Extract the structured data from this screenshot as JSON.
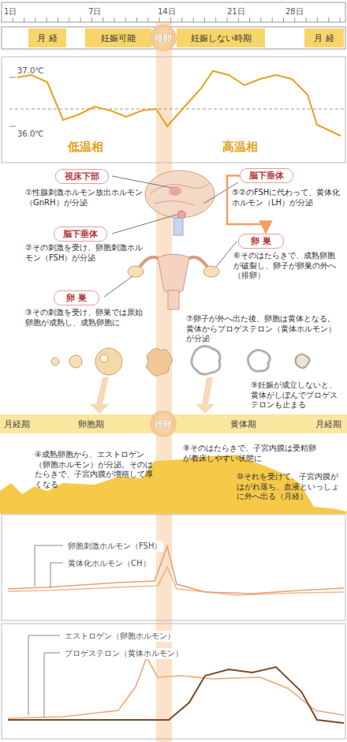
{
  "diagram": {
    "nodes": [
      {
        "text": [
          "月 経"
        ]
      },
      {
        "text": [
          "妊娠可能"
        ]
      },
      {
        "text": [
          "排卵"
        ]
      },
      {
        "text": [
          "妊娠しない時期"
        ]
      },
      {
        "text": [
          "月 経"
        ]
      },
      {
        "text": [
          "視床下部"
        ]
      },
      {
        "text": [
          "脳下垂体"
        ]
      },
      {
        "text": [
          "脳下垂体"
        ]
      },
      {
        "text": [
          "卵 巣"
        ]
      },
      {
        "text": [
          "卵 巣"
        ]
      },
      {
        "text": [
          "月経期"
        ]
      },
      {
        "text": [
          "卵胞期"
        ]
      },
      {
        "text": [
          "排卵"
        ]
      },
      {
        "text": [
          "黄体期"
        ]
      },
      {
        "text": [
          "月経期"
        ]
      }
    ],
    "edges": [
      {
        "from": 6,
        "to": 8,
        "arrow": "to"
      }
    ],
    "labels": [
      "1日",
      "7日",
      "14日",
      "21日",
      "28日",
      "37.0℃",
      "36.0℃",
      "低温相",
      "高温相",
      "①性腺刺激ホルモン放出ホルモン（GnRH）が分泌",
      "⑤②のFSHに代わって、黄体化ホルモン（LH）が分泌",
      "②その刺激を受け、卵胞刺激ホルモン（FSH）が分泌",
      "⑥そのはたらきで、成熟卵胞が破裂し、卵子が卵巣の外へ（排卵）",
      "③その刺激を受け、卵巣では原始卵胞が成熟し、成熟卵胞に",
      "⑦卵子が外へ出た後、卵胞は黄体となる。黄体からプロゲステロン（黄体ホルモン）が分泌",
      "⑨妊娠が成立しないと、黄体がしぼんでプロゲステロンも止まる",
      "④成熟卵胞から、エストロゲン（卵胞ホルモン）が分泌。そのはたらきで、子宮内膜が増殖して厚くなる",
      "⑧そのはたらきで、子宮内膜は受精卵が着床しやすい状態に",
      "⑩それを受けて、子宮内膜がはがれ落ち、血液といっしょに外へ出る（月経）"
    ],
    "legend": [
      {
        "text": "卵胞刺激ホルモン（FSH）"
      },
      {
        "text": "黄体化ホルモン（CH）"
      },
      {
        "text": "エストロゲン（卵胞ホルモン）"
      },
      {
        "text": "プロゲステロン（黄体ホルモン）"
      }
    ]
  }
}
